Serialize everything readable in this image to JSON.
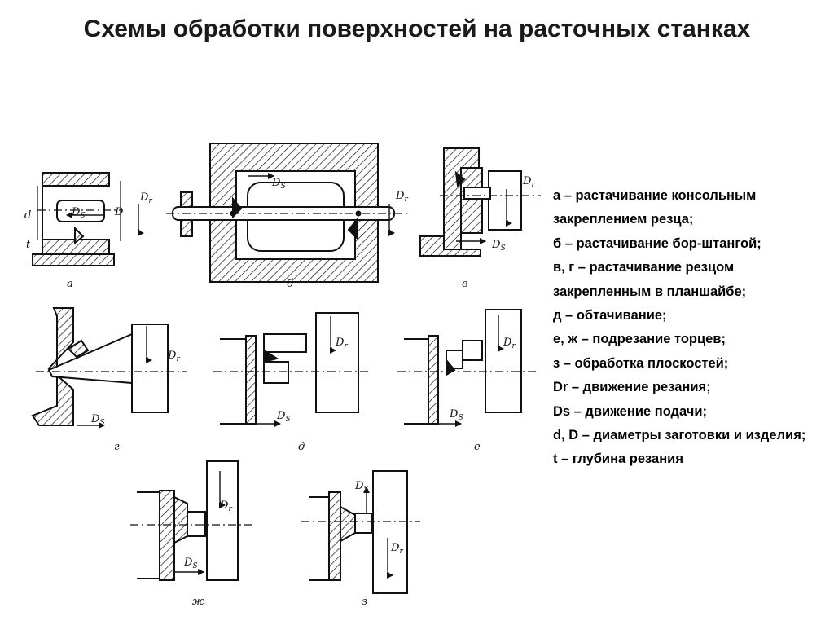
{
  "title": "Схемы обработки поверхностей на расточных станках",
  "legend": [
    "а – растачивание консольным закреплением резца;",
    "б – растачивание бор-штангой;",
    "в, г – растачивание резцом закрепленным в планшайбе;",
    "д – обтачивание;",
    "е, ж – подрезание торцев;",
    "з – обработка плоскостей;",
    "Dr – движение резания;",
    "Ds – движение подачи;",
    "d, D – диаметры заготовки и изделия;",
    "t – глубина резания"
  ],
  "figures": {
    "a": {
      "caption": "а",
      "labels": {
        "d": "d",
        "t": "t",
        "D": "D",
        "ds": "D",
        "ds_sub": "S",
        "dr": "D",
        "dr_sub": "r"
      }
    },
    "b": {
      "caption": "б",
      "labels": {
        "ds": "D",
        "ds_sub": "S",
        "dr": "D",
        "dr_sub": "r"
      }
    },
    "v": {
      "caption": "в",
      "labels": {
        "ds": "D",
        "ds_sub": "S",
        "dr": "D",
        "dr_sub": "r"
      }
    },
    "g": {
      "caption": "г",
      "labels": {
        "ds": "D",
        "ds_sub": "S",
        "dr": "D",
        "dr_sub": "r"
      }
    },
    "d": {
      "caption": "д",
      "labels": {
        "ds": "D",
        "ds_sub": "S",
        "dr": "D",
        "dr_sub": "r"
      }
    },
    "e": {
      "caption": "е",
      "labels": {
        "ds": "D",
        "ds_sub": "S",
        "dr": "D",
        "dr_sub": "r"
      }
    },
    "zh": {
      "caption": "ж",
      "labels": {
        "ds": "D",
        "ds_sub": "S",
        "dr": "D",
        "dr_sub": "r"
      }
    },
    "z": {
      "caption": "з",
      "labels": {
        "ds": "D",
        "ds_sub": "S",
        "dr": "D",
        "dr_sub": "r"
      }
    }
  }
}
